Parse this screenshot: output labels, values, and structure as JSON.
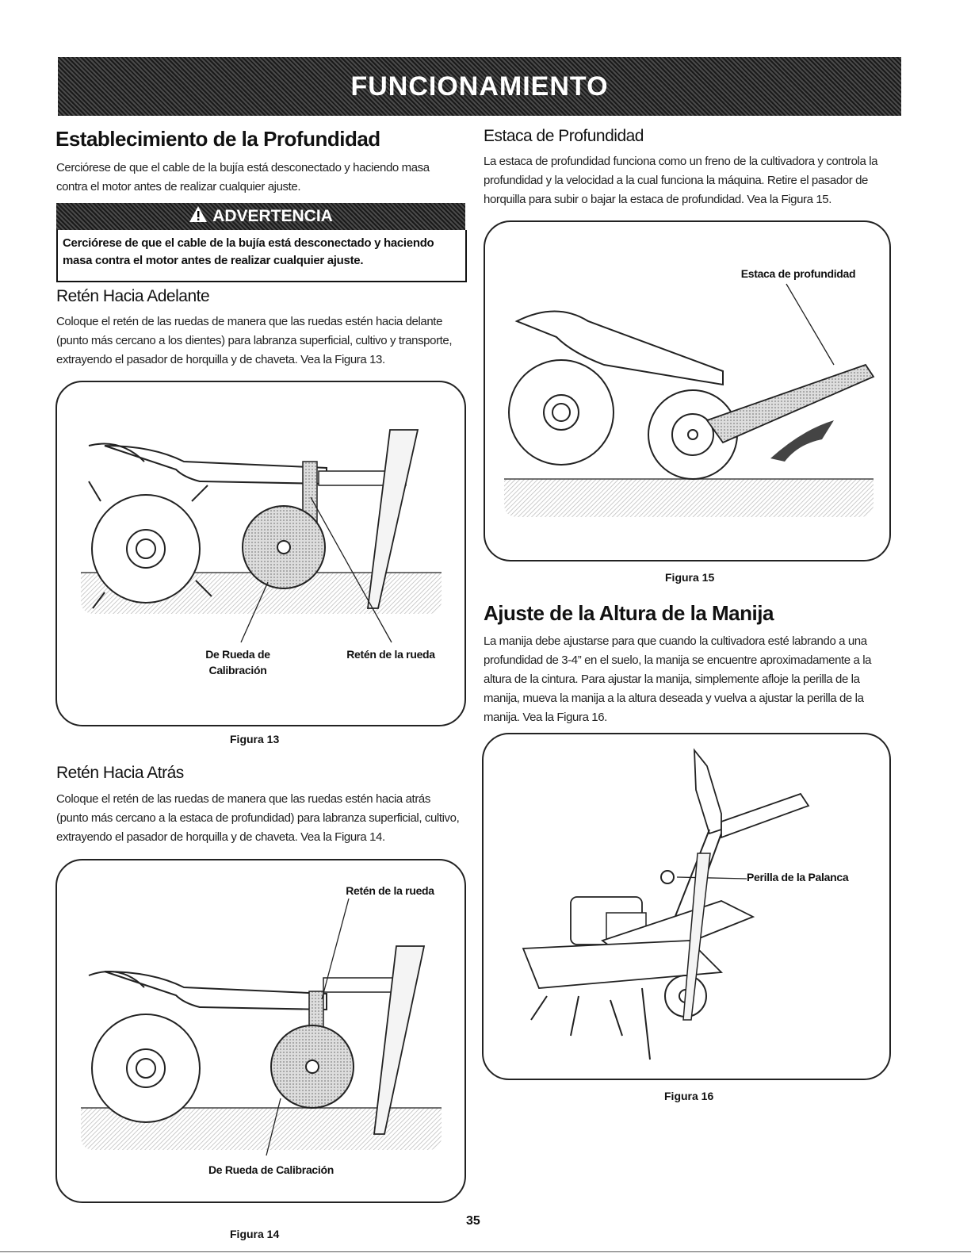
{
  "banner": {
    "title": "FUNCIONAMIENTO"
  },
  "left": {
    "section_title": "Establecimiento de la Profundidad",
    "intro": "Cerciórese de que el cable de la bujía está desconectado y haciendo masa contra el motor antes de realizar cualquier ajuste.",
    "warning": {
      "title": "ADVERTENCIA",
      "text": "Cerciórese de que el cable de la bujía está desconectado y haciendo masa contra el motor antes de realizar cualquier ajuste."
    },
    "forward": {
      "title": "Retén Hacia Adelante",
      "text": "Coloque el retén de las ruedas de manera que las ruedas estén hacia delante (punto más cercano a los dientes) para labranza superficial, cultivo y transporte, extrayendo el pasador de horquilla y de chaveta. Vea la Figura 13."
    },
    "fig13": {
      "label_wheel": "De Rueda de Calibración",
      "label_retainer": "Retén de la rueda",
      "caption": "Figura 13"
    },
    "back": {
      "title": "Retén Hacia Atrás",
      "text": "Coloque el retén de las ruedas de manera que las ruedas estén hacia atrás (punto más cercano a la estaca de profundidad) para labranza superficial, cultivo, extrayendo el pasador de horquilla y de chaveta. Vea la Figura 14."
    },
    "fig14": {
      "label_retainer": "Retén de la rueda",
      "label_wheel": "De Rueda de Calibración",
      "caption": "Figura 14"
    }
  },
  "right": {
    "stake": {
      "title": "Estaca de Profundidad",
      "text": "La estaca de profundidad funciona como un freno de la cultivadora y controla la profundidad y la velocidad a la cual funciona la máquina. Retire el pasador de horquilla para subir o bajar la estaca de profundidad. Vea la Figura 15."
    },
    "fig15": {
      "label_stake": "Estaca de profundidad",
      "caption": "Figura 15"
    },
    "handle": {
      "title": "Ajuste de la Altura de la Manija",
      "text": "La manija debe ajustarse para que cuando la cultivadora esté labrando a una profundidad de 3-4” en el suelo, la manija se encuentre aproximadamente a la altura de la cintura. Para ajustar la manija, simplemente afloje la perilla de la manija, mueva la manija a la altura deseada y vuelva a ajustar la perilla de la manija. Vea la Figura 16."
    },
    "fig16": {
      "label_knob": "Perilla de la Palanca",
      "caption": "Figura 16"
    }
  },
  "page_number": "35"
}
